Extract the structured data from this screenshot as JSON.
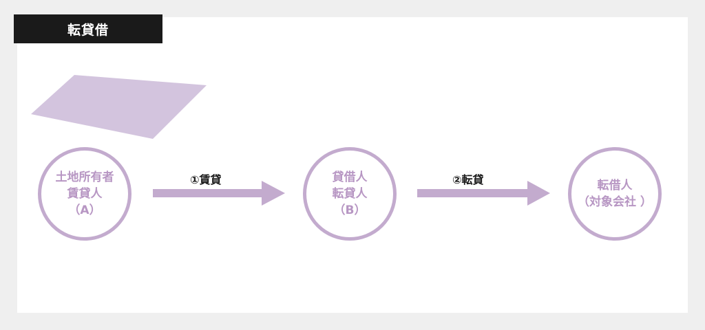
{
  "title": "転貸借",
  "nodes": {
    "a": {
      "line1": "土地所有者",
      "line2": "賃貸人",
      "line3": "（A）"
    },
    "b": {
      "line1": "貸借人",
      "line2": "転貸人",
      "line3": "（B）"
    },
    "c": {
      "line1": "転借人",
      "line2": "（対象会社 ）"
    }
  },
  "arrows": {
    "first": {
      "label": "①賃貸"
    },
    "second": {
      "label": "②転貸"
    }
  },
  "colors": {
    "accent": "#c3abce",
    "node_text": "#b796c3",
    "land": "#d3c4de",
    "title_bg": "#1a1a1a"
  },
  "icons": {
    "land": "land-parcel-icon"
  }
}
